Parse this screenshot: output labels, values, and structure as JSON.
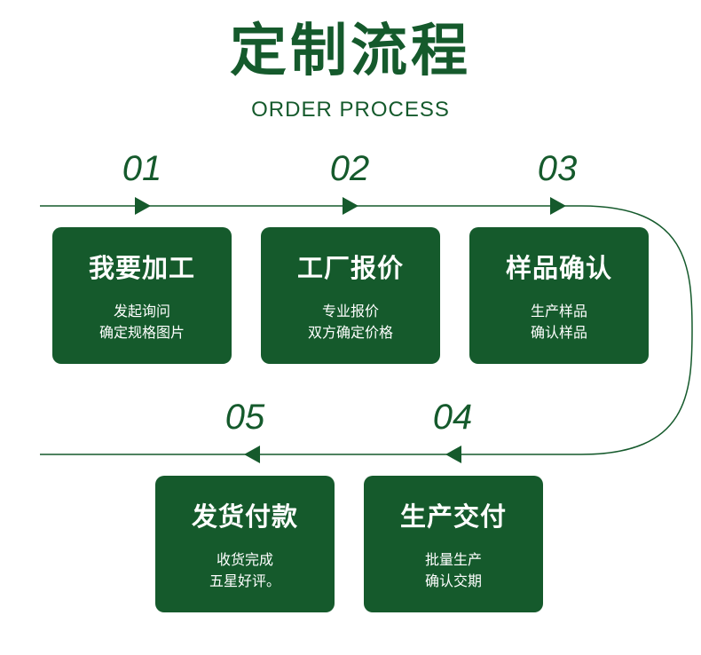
{
  "title": "定制流程",
  "subtitle": "ORDER PROCESS",
  "colors": {
    "accent": "#155a2c",
    "text_on_accent": "#ffffff",
    "background": "#ffffff"
  },
  "steps": [
    {
      "num": "01",
      "title": "我要加工",
      "line1": "发起询问",
      "line2": "确定规格图片"
    },
    {
      "num": "02",
      "title": "工厂报价",
      "line1": "专业报价",
      "line2": "双方确定价格"
    },
    {
      "num": "03",
      "title": "样品确认",
      "line1": "生产样品",
      "line2": "确认样品"
    },
    {
      "num": "04",
      "title": "生产交付",
      "line1": "批量生产",
      "line2": "确认交期"
    },
    {
      "num": "05",
      "title": "发货付款",
      "line1": "收货完成",
      "line2": "五星好评。"
    }
  ]
}
